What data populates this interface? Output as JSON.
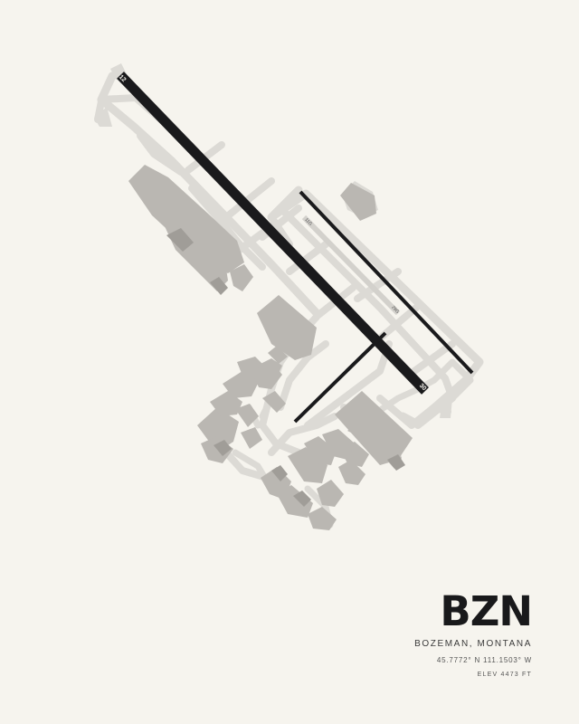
{
  "airport": {
    "code": "BZN",
    "city": "BOZEMAN, MONTANA",
    "coordinates": "45.7772° N 111.1503° W",
    "elevation": "ELEV 4473 FT"
  },
  "runways": {
    "main_start": "12",
    "main_end": "30",
    "grass_start": "11G",
    "grass_end": "29G"
  },
  "colors": {
    "background": "#f6f4ee",
    "taxiway": "#dcdad5",
    "building": "#bab7b2",
    "runway": "#1a1a1c",
    "grass_runway": "#d3d1cc"
  }
}
